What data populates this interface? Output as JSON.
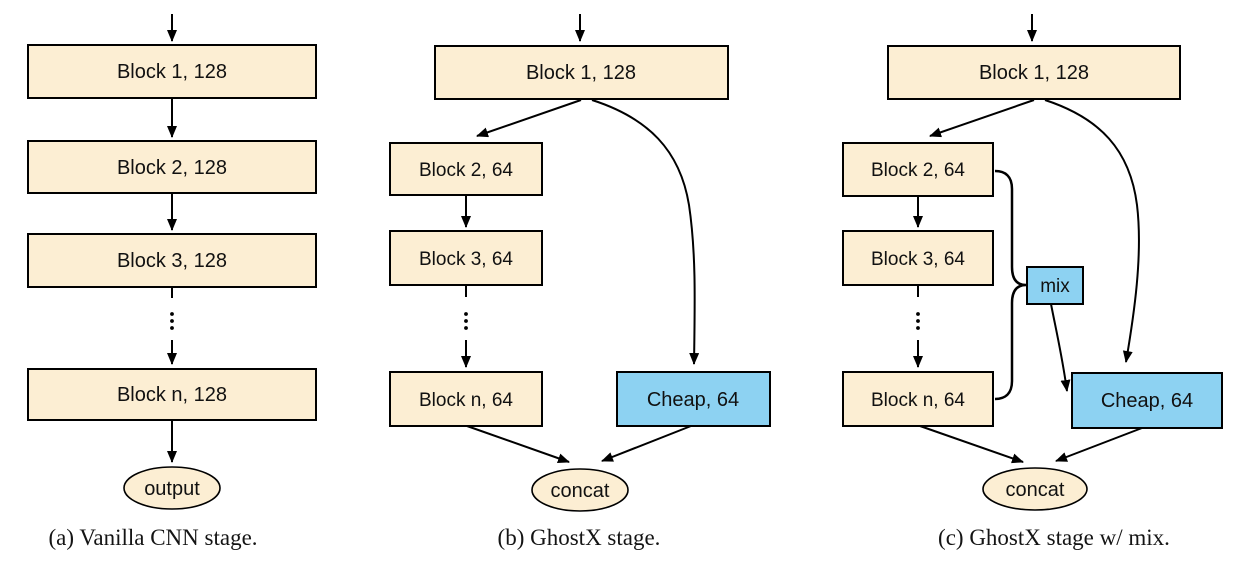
{
  "figure": {
    "colors": {
      "block_fill": "#FCEED3",
      "cheap_fill": "#8DD2F2",
      "stroke": "#000000",
      "text": "#111111"
    },
    "panels": [
      {
        "caption": "(a) Vanilla CNN stage.",
        "blocks": [
          "Block 1, 128",
          "Block 2, 128",
          "Block 3, 128",
          "Block n, 128"
        ],
        "output": "output"
      },
      {
        "caption": "(b) GhostX stage.",
        "blocks": [
          "Block 1, 128",
          "Block 2, 64",
          "Block 3, 64",
          "Block n, 64"
        ],
        "cheap": "Cheap, 64",
        "output": "concat"
      },
      {
        "caption": "(c) GhostX stage w/ mix.",
        "blocks": [
          "Block 1, 128",
          "Block 2, 64",
          "Block 3, 64",
          "Block n, 64"
        ],
        "cheap": "Cheap, 64",
        "mix": "mix",
        "output": "concat"
      }
    ]
  }
}
